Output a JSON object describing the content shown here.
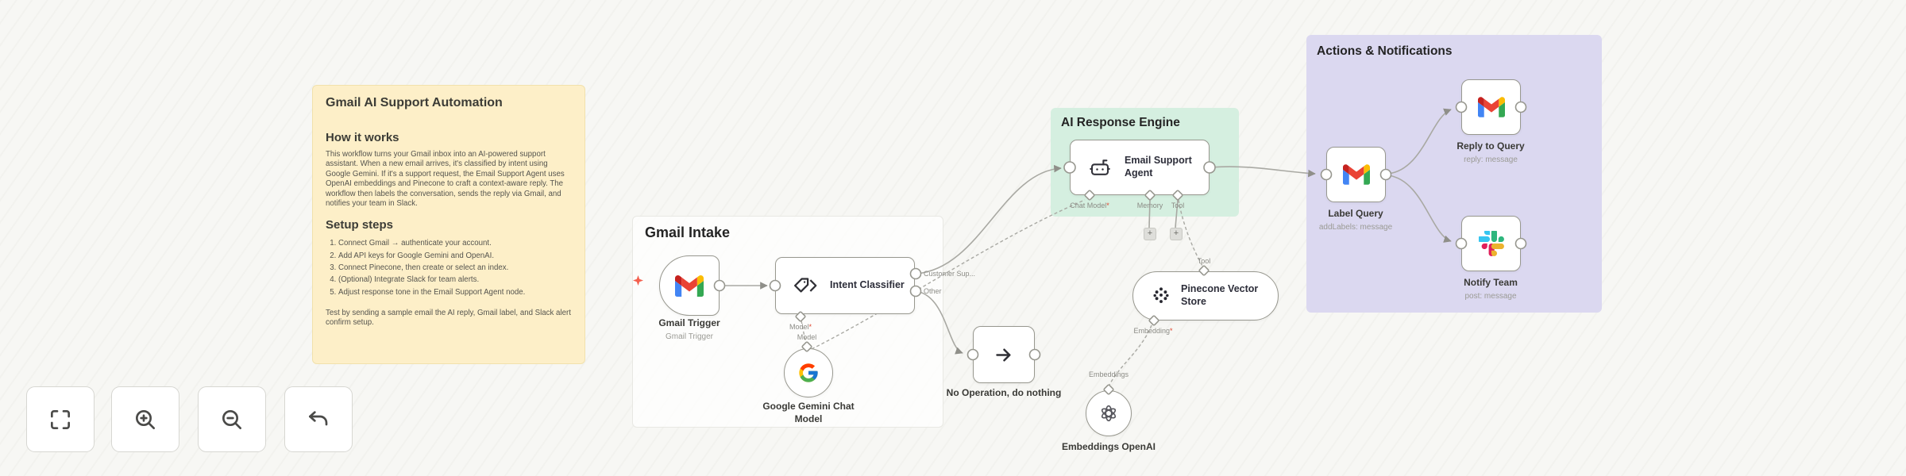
{
  "sticky_note": {
    "title": "Gmail AI Support Automation",
    "how_heading": "How it works",
    "how_body": "This workflow turns your Gmail inbox into an AI-powered support assistant. When a new email arrives, it's classified by intent using Google Gemini. If it's a support request, the Email Support Agent uses OpenAI embeddings and Pinecone to craft a context-aware reply. The workflow then labels the conversation, sends the reply via Gmail, and notifies your team in Slack.",
    "setup_heading": "Setup steps",
    "steps": [
      "Connect Gmail → authenticate your account.",
      "Add API keys for Google Gemini and OpenAI.",
      "Connect Pinecone, then create or select an index.",
      "(Optional) Integrate Slack for team alerts.",
      "Adjust response tone in the Email Support Agent node."
    ],
    "footer": "Test by sending a sample email the AI reply, Gmail label, and Slack alert confirm setup."
  },
  "sections": {
    "gmail_intake": {
      "title": "Gmail Intake"
    },
    "ai_engine": {
      "title": "AI Response Engine"
    },
    "actions": {
      "title": "Actions & Notifications"
    }
  },
  "nodes": {
    "gmail_trigger": {
      "name": "Gmail Trigger",
      "subtitle": "Gmail Trigger"
    },
    "intent_classifier": {
      "title": "Intent Classifier",
      "output_1": "Customer Sup...",
      "output_2": "Other",
      "model_port": "Model",
      "required_mark": "*"
    },
    "gemini": {
      "name": "Google Gemini Chat Model",
      "model_port": "Model"
    },
    "noop": {
      "name": "No Operation, do nothing"
    },
    "agent": {
      "title": "Email Support Agent",
      "chat_model_port": "Chat Model",
      "memory_port": "Memory",
      "tool_port": "Tool",
      "required_mark": "*",
      "plus": "+"
    },
    "pinecone": {
      "title": "Pinecone Vector Store",
      "tool_port": "Tool",
      "embedding_port": "Embedding",
      "required_mark": "*"
    },
    "openai_embeddings": {
      "name": "Embeddings OpenAI",
      "port": "Embeddings"
    },
    "label_query": {
      "name": "Label Query",
      "subtitle": "addLabels: message"
    },
    "reply_to_query": {
      "name": "Reply to Query",
      "subtitle": "reply: message"
    },
    "notify_team": {
      "name": "Notify Team",
      "subtitle": "post: message"
    }
  },
  "icons": [
    "gmail-icon",
    "tag-classifier-icon",
    "google-g-icon",
    "arrow-right-icon",
    "robot-icon",
    "pinecone-icon",
    "openai-icon",
    "slack-icon",
    "fit-view-icon",
    "zoom-in-icon",
    "zoom-out-icon",
    "undo-icon",
    "trigger-spark-icon"
  ],
  "colors": {
    "sticky_yellow": "#fdefc8",
    "section_green": "#d5efe0",
    "section_purple": "#dbd8f0",
    "edge_gray": "#a9a9a3",
    "accent_red": "#f4604f"
  }
}
